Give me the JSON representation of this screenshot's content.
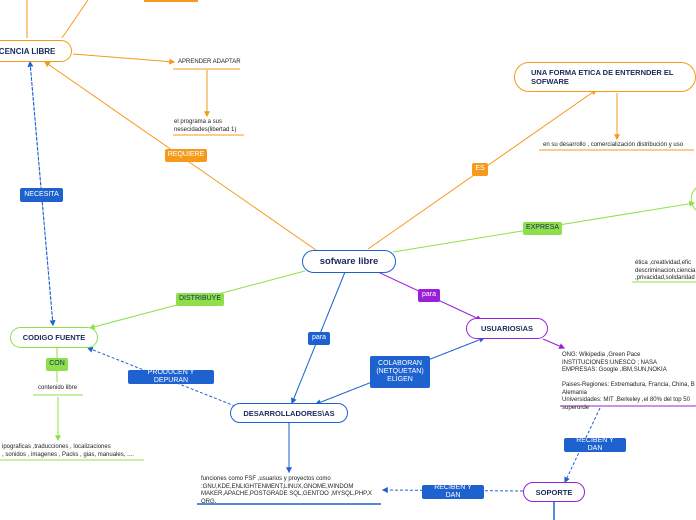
{
  "nodes": {
    "center": "sofware libre",
    "licencia": "ICENCIA LIBRE",
    "codigo_fuente": "CODIGO FUENTE",
    "desarrolladores": "DESARROLLADORES\\AS",
    "usuarios": "USUARIOS\\AS",
    "soporte": "SOPORTE",
    "etica_title": "UNA FORMA ETICA DE ENTERNDER EL SOFWARE"
  },
  "labels": {
    "requiere": "REQUIERE",
    "necesita": "NECESITA",
    "es": "ES",
    "expresa": "EXPRESA",
    "distribuye": "DISTRIBUYE",
    "para_left": "para",
    "para_right": "para",
    "con": "CON",
    "producen": "PRODUCEN Y DEPURAN",
    "colaboran": "COLABORAN (NETQUETAN) ELIGEN",
    "reciben_top": "RECIBEN Y DAN",
    "reciben_bottom": "RECIBEN Y DAN"
  },
  "texts": {
    "aprender": "APRENDER ADAPTAR",
    "programa": "el programa a sus\nnesecidades(libertad 1)",
    "desarrollo": "en su desarrollo , comercialización distribución y uso",
    "etica_values": "ética ,creatividad,efic\ndescriminacion,ciencia\n,privacidad,solidaridad",
    "contenido": "contenido libre",
    "tipograficas": "ipograficas ,traducciones , localizaciones\n, sonidos , imagenes , Packs , gias, manuales, ....",
    "funciones": "funciones como FSF ,usuarios y proyectos como\n:GNU,KDE,ENLIGHTENMENT,LINUX,GNOME,WINDOM\nMAKER,APACHE,POSTGRADE SQL,GENTOO ,MYSQL,PHP,X\nORG.",
    "usuarios_info": "ONG: Wikipedia ,Green Pace\nINSTITUCIONES:UNESCO ; NASA\nEMPRESAS: Google ,IBM,SUN,NOKIA\n\nPaises-Regiones: Extremadura, Francia, China, B\nAlemania\nUniversidades: MIT ,Berkeley ,el 80% del top 50\nsuperorde"
  },
  "colors": {
    "orange": "#f59a1b",
    "blue": "#1e62d0",
    "green": "#8ee04a",
    "purple": "#9a1fd8",
    "dark_blue": "#2a62c8",
    "node_text": "#1a2a5a"
  }
}
